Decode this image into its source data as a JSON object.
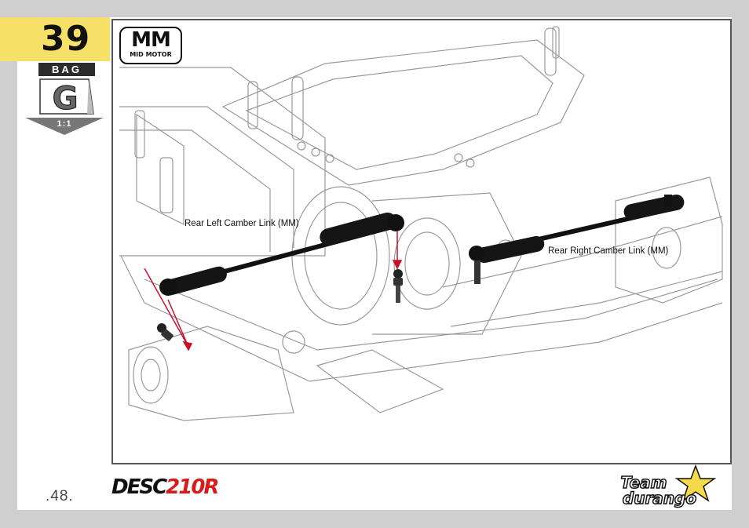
{
  "step": {
    "number": "39"
  },
  "bag": {
    "label": "BAG",
    "letter": "G",
    "scale": "1:1"
  },
  "badge": {
    "title": "MM",
    "subtitle": "MID MOTOR"
  },
  "callouts": {
    "left_link": "Rear Left Camber Link (MM)",
    "right_link": "Rear Right Camber Link (MM)"
  },
  "footer": {
    "page_number": ".48.",
    "product_main": "DESC",
    "product_accent": "210R",
    "brand_line1": "Team",
    "brand_line2": "durango"
  },
  "colors": {
    "accent_yellow": "#f7e067",
    "arrow_red": "#c8102e",
    "link_black": "#111111"
  }
}
